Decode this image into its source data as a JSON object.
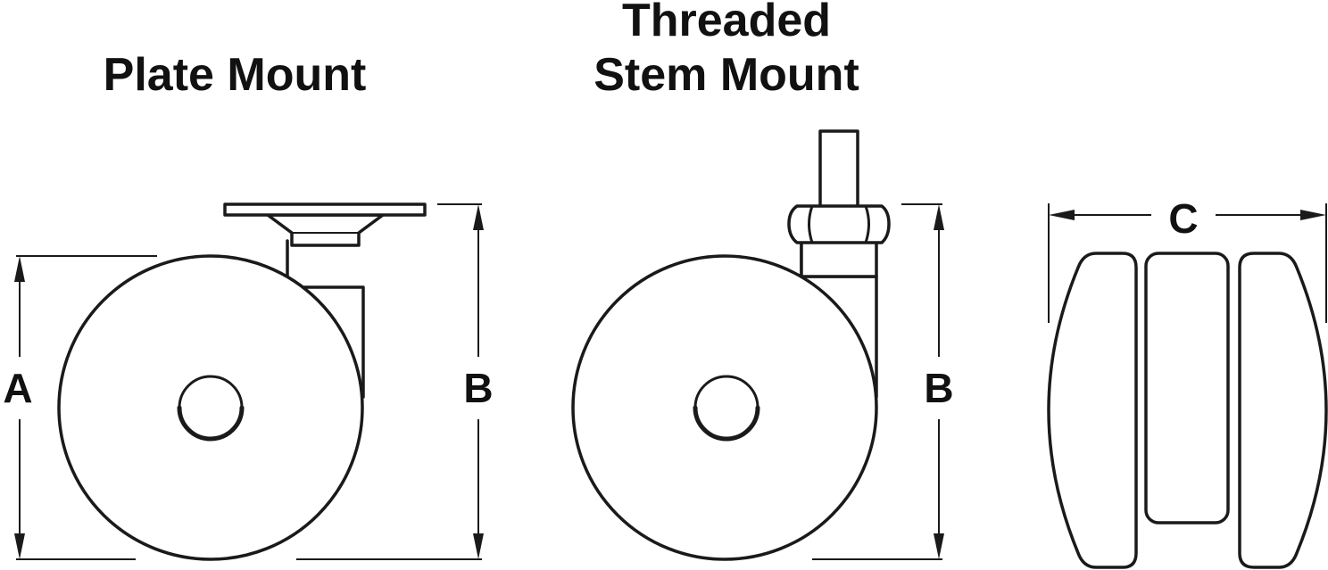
{
  "titles": {
    "plate_mount": "Plate Mount",
    "threaded_line1": "Threaded",
    "threaded_line2": "Stem Mount"
  },
  "dimensions": {
    "a": "A",
    "b_plate": "B",
    "b_stem": "B",
    "c": "C"
  },
  "colors": {
    "line": "#1a1a1a",
    "background": "#ffffff"
  }
}
